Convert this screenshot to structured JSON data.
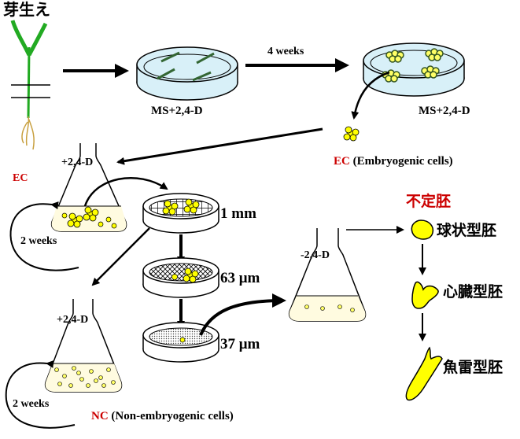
{
  "labels": {
    "seedling": "芽生え",
    "ms1": "MS+2,4-D",
    "weeks4": "4 weeks",
    "ms2": "MS+2,4-D",
    "ec_abbr": "EC",
    "ec_full": "(Embryogenic cells)",
    "ec_left": "EC",
    "flask1_medium": "+2,4-D",
    "flask1_cycle": "2 weeks",
    "mesh1": "1 mm",
    "mesh2": "63 μm",
    "mesh3": "37 μm",
    "flask2_medium": "+2,4-D",
    "flask2_cycle": "2 weeks",
    "nc_abbr": "NC",
    "nc_full": "(Non-embryogenic cells)",
    "flask3_medium": "-2,4-D",
    "somatic_title": "不定胚",
    "stage_globular": "球状型胚",
    "stage_heart": "心臓型胚",
    "stage_torpedo": "魚雷型胚"
  },
  "colors": {
    "cell_yellow": "#ffff00",
    "embryo_yellow": "#ffff00",
    "dish_blue": "#d8f0f8",
    "plant_green": "#22aa22",
    "root_tan": "#c8a040",
    "callus_green": "#668844",
    "label_red": "#cc0000"
  }
}
